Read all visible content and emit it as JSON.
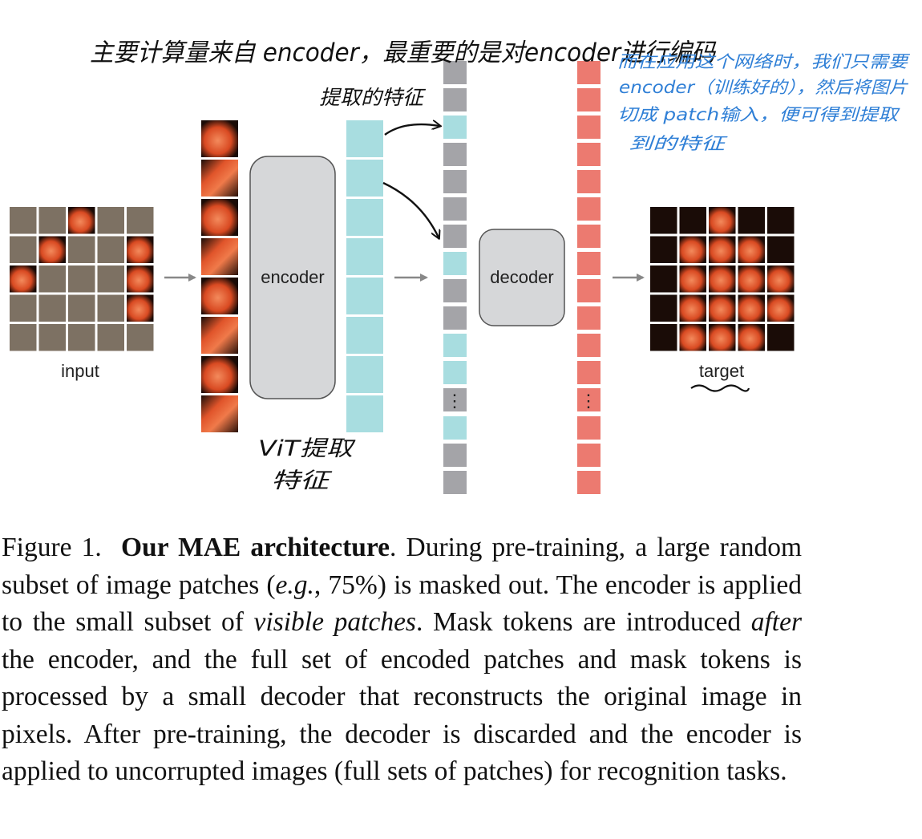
{
  "colors": {
    "visible_token": "#a8dde0",
    "mask_token": "#a4a4a8",
    "target_token": "#ec7a70",
    "block_fill": "#d6d7d9",
    "block_stroke": "#555555",
    "arrow": "#888888",
    "handwriting_black": "#111111",
    "handwriting_blue": "#2f7fd6"
  },
  "diagram": {
    "input_label": "input",
    "encoder_label": "encoder",
    "decoder_label": "decoder",
    "target_label": "target",
    "ellipsis": "⋮"
  },
  "annotations": {
    "top_note": "主要计算量来自 encoder，最重要的是对encoder进行编码",
    "features_note": "提取的特征",
    "vit_note_line1": "ViT提取",
    "vit_note_line2": "特征",
    "blue_note_line1": "而在应用这个网络时，我们只需要",
    "blue_note_line2": "encoder（训练好的），然后将图片",
    "blue_note_line3": "切成 patch输入，便可得到提取",
    "blue_note_line4": "到的特征"
  },
  "caption": {
    "label": "Figure 1.",
    "title": "Our MAE architecture",
    "t1": ". During pre-training, a large random subset of image patches (",
    "eg": "e.g.",
    "t2": ", 75%) is masked out. The encoder is applied to the small subset of ",
    "visible": "visible patches",
    "t3": ". Mask tokens are introduced ",
    "after": "after",
    "t4": " the encoder, and the full set of encoded patches and mask tokens is processed by a small decoder that reconstructs the original image in pixels. After pre-training, the decoder is discarded and the encoder is applied to uncorrupted images (full sets of patches) for recognition tasks."
  }
}
